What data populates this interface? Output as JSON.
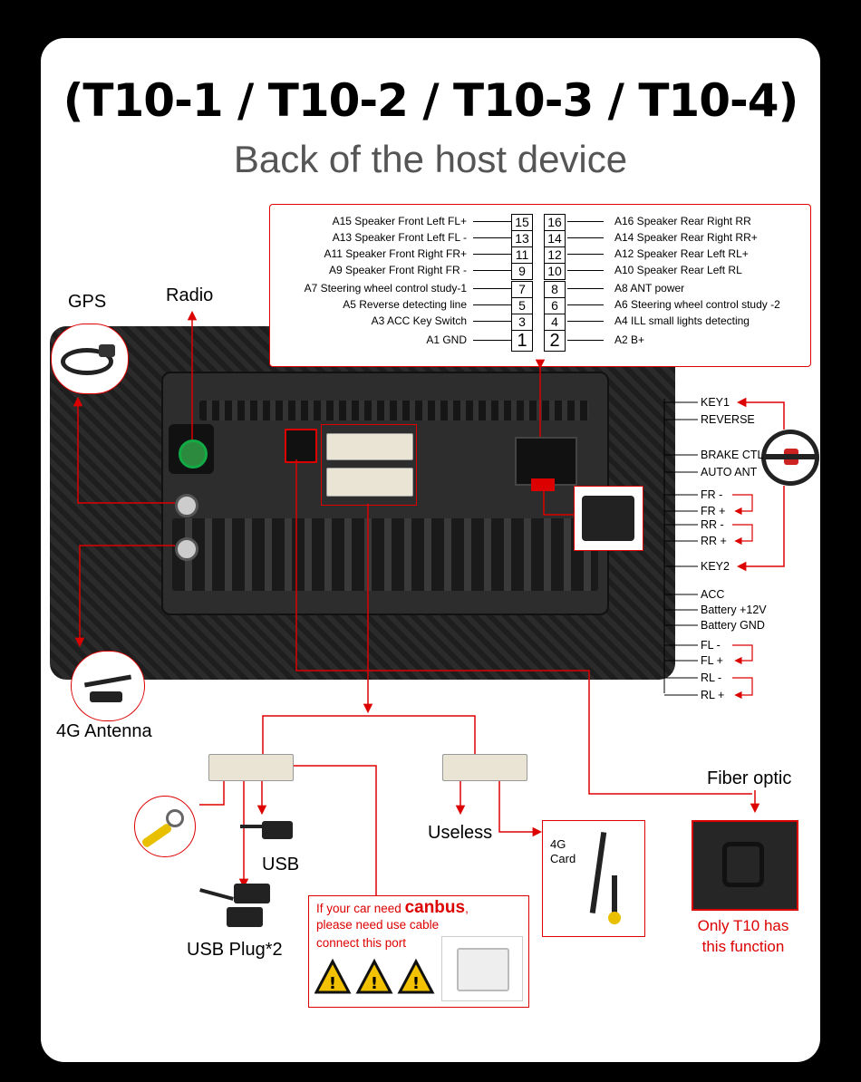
{
  "title": "(T10-1 / T10-2 / T10-3 / T10-4)",
  "subtitle": "Back of the host device",
  "pin_left": [
    {
      "label": "A15 Speaker Front Left FL+",
      "num": "15"
    },
    {
      "label": "A13 Speaker Front Left FL -",
      "num": "13"
    },
    {
      "label": "A11 Speaker Front Right FR+",
      "num": "11"
    },
    {
      "label": "A9 Speaker Front Right FR -",
      "num": "9"
    },
    {
      "label": "A7 Steering wheel control study-1",
      "num": "7"
    },
    {
      "label": "A5 Reverse detecting line",
      "num": "5"
    },
    {
      "label": "A3 ACC Key Switch",
      "num": "3"
    },
    {
      "label": "A1 GND",
      "num": "1"
    }
  ],
  "pin_right": [
    {
      "label": "A16 Speaker Rear Right RR",
      "num": "16"
    },
    {
      "label": "A14 Speaker Rear Right RR+",
      "num": "14"
    },
    {
      "label": "A12 Speaker Rear Left RL+",
      "num": "12"
    },
    {
      "label": "A10 Speaker Rear Left RL",
      "num": "10"
    },
    {
      "label": "A8 ANT power",
      "num": "8"
    },
    {
      "label": "A6 Steering wheel control study -2",
      "num": "6"
    },
    {
      "label": "A4 ILL small lights detecting",
      "num": "4"
    },
    {
      "label": "A2 B+",
      "num": "2"
    }
  ],
  "left_labels": {
    "gps": "GPS",
    "radio": "Radio",
    "antenna": "4G Antenna"
  },
  "wires_right": {
    "key1": "KEY1",
    "reverse": "REVERSE",
    "brake": "BRAKE CTL",
    "auto_ant": "AUTO ANT",
    "fr_minus": "FR -",
    "fr_plus": "FR +",
    "rr_minus": "RR -",
    "rr_plus": "RR +",
    "key2": "KEY2",
    "acc": "ACC",
    "battery12": "Battery +12V",
    "battery_gnd": "Battery GND",
    "fl_minus": "FL -",
    "fl_plus": "FL +",
    "rl_minus": "RL -",
    "rl_plus": "RL +"
  },
  "bottom": {
    "usb": "USB",
    "usb_plug": "USB Plug*2",
    "useless": "Useless",
    "card": "4G\nCard",
    "fiber": "Fiber optic",
    "only_t10": "Only T10 has\nthis function",
    "canbus_prefix": "If your car need ",
    "canbus_word": "canbus",
    "canbus_suffix": ",",
    "canbus_line2": "please need use cable",
    "canbus_line3": "connect this port"
  },
  "colors": {
    "accent": "#dd0000",
    "subtitle": "#555555",
    "device": "#242424"
  }
}
